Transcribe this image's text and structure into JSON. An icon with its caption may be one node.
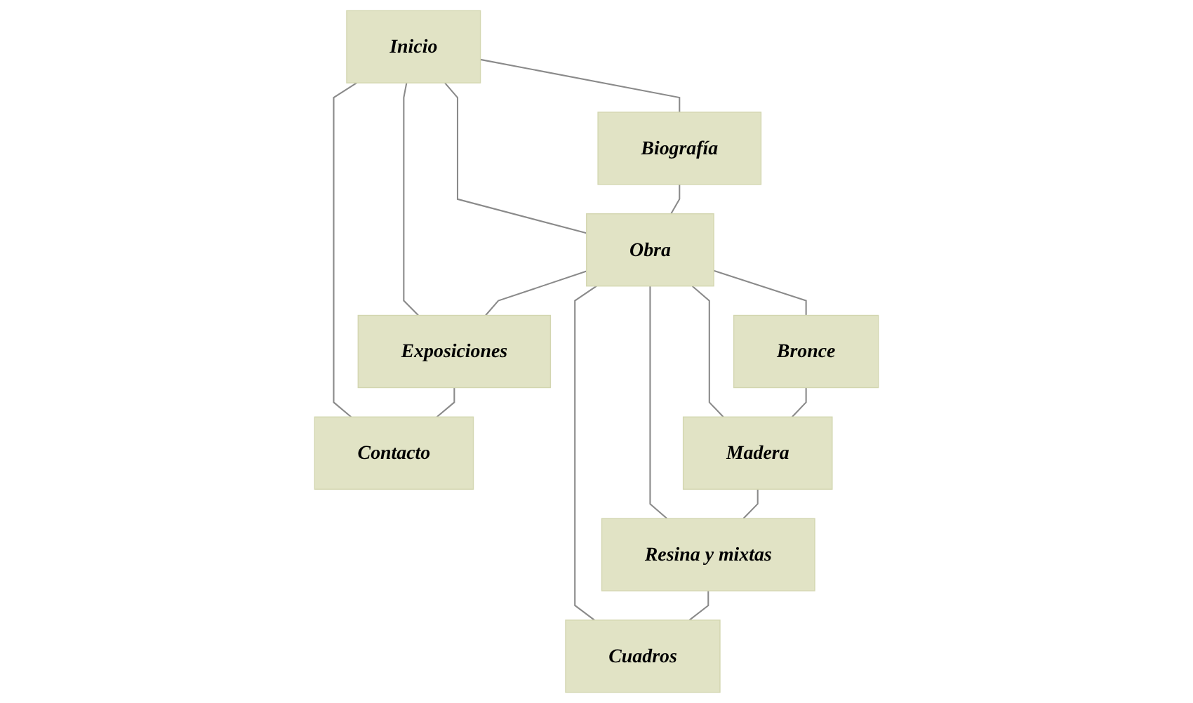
{
  "diagram": {
    "nodes": [
      {
        "text": [
          "Inicio"
        ]
      },
      {
        "text": [
          "Biografía"
        ]
      },
      {
        "text": [
          "Obra"
        ]
      },
      {
        "text": [
          "Exposiciones"
        ]
      },
      {
        "text": [
          "Contacto"
        ]
      },
      {
        "text": [
          "Bronce"
        ]
      },
      {
        "text": [
          "Madera"
        ]
      },
      {
        "text": [
          "Resina y mixtas"
        ]
      },
      {
        "text": [
          "Cuadros"
        ]
      }
    ],
    "edges": [
      {
        "from": 0,
        "to": 1,
        "arrow": "none"
      },
      {
        "from": 0,
        "to": 2,
        "arrow": "none"
      },
      {
        "from": 0,
        "to": 3,
        "arrow": "none"
      },
      {
        "from": 0,
        "to": 4,
        "arrow": "none"
      },
      {
        "from": 1,
        "to": 2,
        "arrow": "none"
      },
      {
        "from": 2,
        "to": 3,
        "arrow": "none"
      },
      {
        "from": 3,
        "to": 4,
        "arrow": "none"
      },
      {
        "from": 2,
        "to": 5,
        "arrow": "none"
      },
      {
        "from": 2,
        "to": 6,
        "arrow": "none"
      },
      {
        "from": 2,
        "to": 7,
        "arrow": "none"
      },
      {
        "from": 2,
        "to": 8,
        "arrow": "none"
      },
      {
        "from": 5,
        "to": 6,
        "arrow": "none"
      },
      {
        "from": 6,
        "to": 7,
        "arrow": "none"
      },
      {
        "from": 7,
        "to": 8,
        "arrow": "none"
      }
    ]
  }
}
